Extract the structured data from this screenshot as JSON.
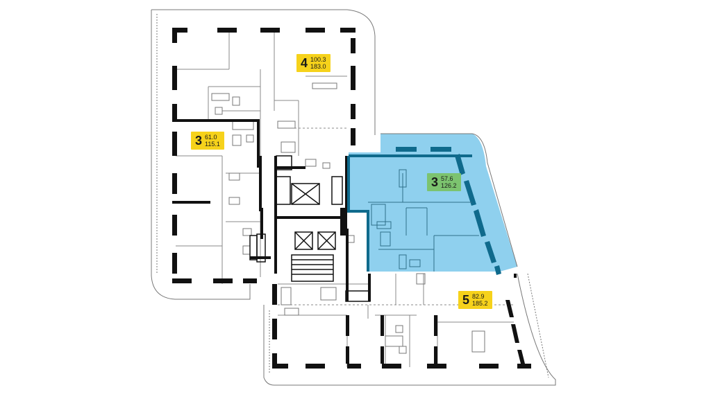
{
  "colors": {
    "wall": "#111111",
    "thin_line": "#777777",
    "dashed_line": "#9a9a9a",
    "selected_fill": "#8fd0ee",
    "selected_outline": "#0f6a8c",
    "badge_yellow": "#f6d21b",
    "badge_green": "#7cc36f"
  },
  "apartments": [
    {
      "id": "apt-4",
      "rooms": "4",
      "area_living": "100.3",
      "area_total": "183.0",
      "badge_color": "#f6d21b",
      "selected": false
    },
    {
      "id": "apt-3-left",
      "rooms": "3",
      "area_living": "61.0",
      "area_total": "115.1",
      "badge_color": "#f6d21b",
      "selected": false
    },
    {
      "id": "apt-3-selected",
      "rooms": "3",
      "area_living": "57.6",
      "area_total": "126.2",
      "badge_color": "#7cc36f",
      "selected": true
    },
    {
      "id": "apt-5",
      "rooms": "5",
      "area_living": "82.9",
      "area_total": "185.2",
      "badge_color": "#f6d21b",
      "selected": false
    }
  ]
}
